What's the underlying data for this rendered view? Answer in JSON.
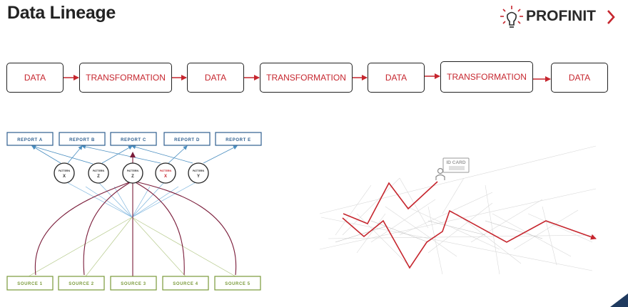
{
  "header": {
    "title": "Data Lineage",
    "logo_text": "PROFINIT",
    "logo_chevron": "❯"
  },
  "flow": {
    "items": [
      "DATA",
      "TRANSFORMATION",
      "DATA",
      "TRANSFORMATION",
      "DATA",
      "TRANSFORMATION",
      "DATA"
    ]
  },
  "lineage": {
    "reports": [
      "REPORT A",
      "REPORT B",
      "REPORT C",
      "REPORT D",
      "REPORT E"
    ],
    "patterns": [
      {
        "label": "PATTERN",
        "letter": "X",
        "highlight": false
      },
      {
        "label": "PATTERN",
        "letter": "Z",
        "highlight": false
      },
      {
        "label": "PATTERN",
        "letter": "Z",
        "highlight": false
      },
      {
        "label": "PATTERN",
        "letter": "X",
        "highlight": true
      },
      {
        "label": "PATTERN",
        "letter": "Y",
        "highlight": false
      }
    ],
    "sources": [
      "SOURCE 1",
      "SOURCE 2",
      "SOURCE 3",
      "SOURCE 4",
      "SOURCE 5"
    ]
  },
  "network": {
    "id_card_label": "ID CARD"
  },
  "colors": {
    "accent_red": "#c6262e",
    "report_blue": "#2f5f8f",
    "source_green": "#7a9a3a",
    "curve_maroon": "#7a1c3a",
    "corner_navy": "#1f3a5f"
  },
  "icons": [
    "lightbulb-icon",
    "chevron-right-icon",
    "id-card-icon",
    "person-icon"
  ]
}
